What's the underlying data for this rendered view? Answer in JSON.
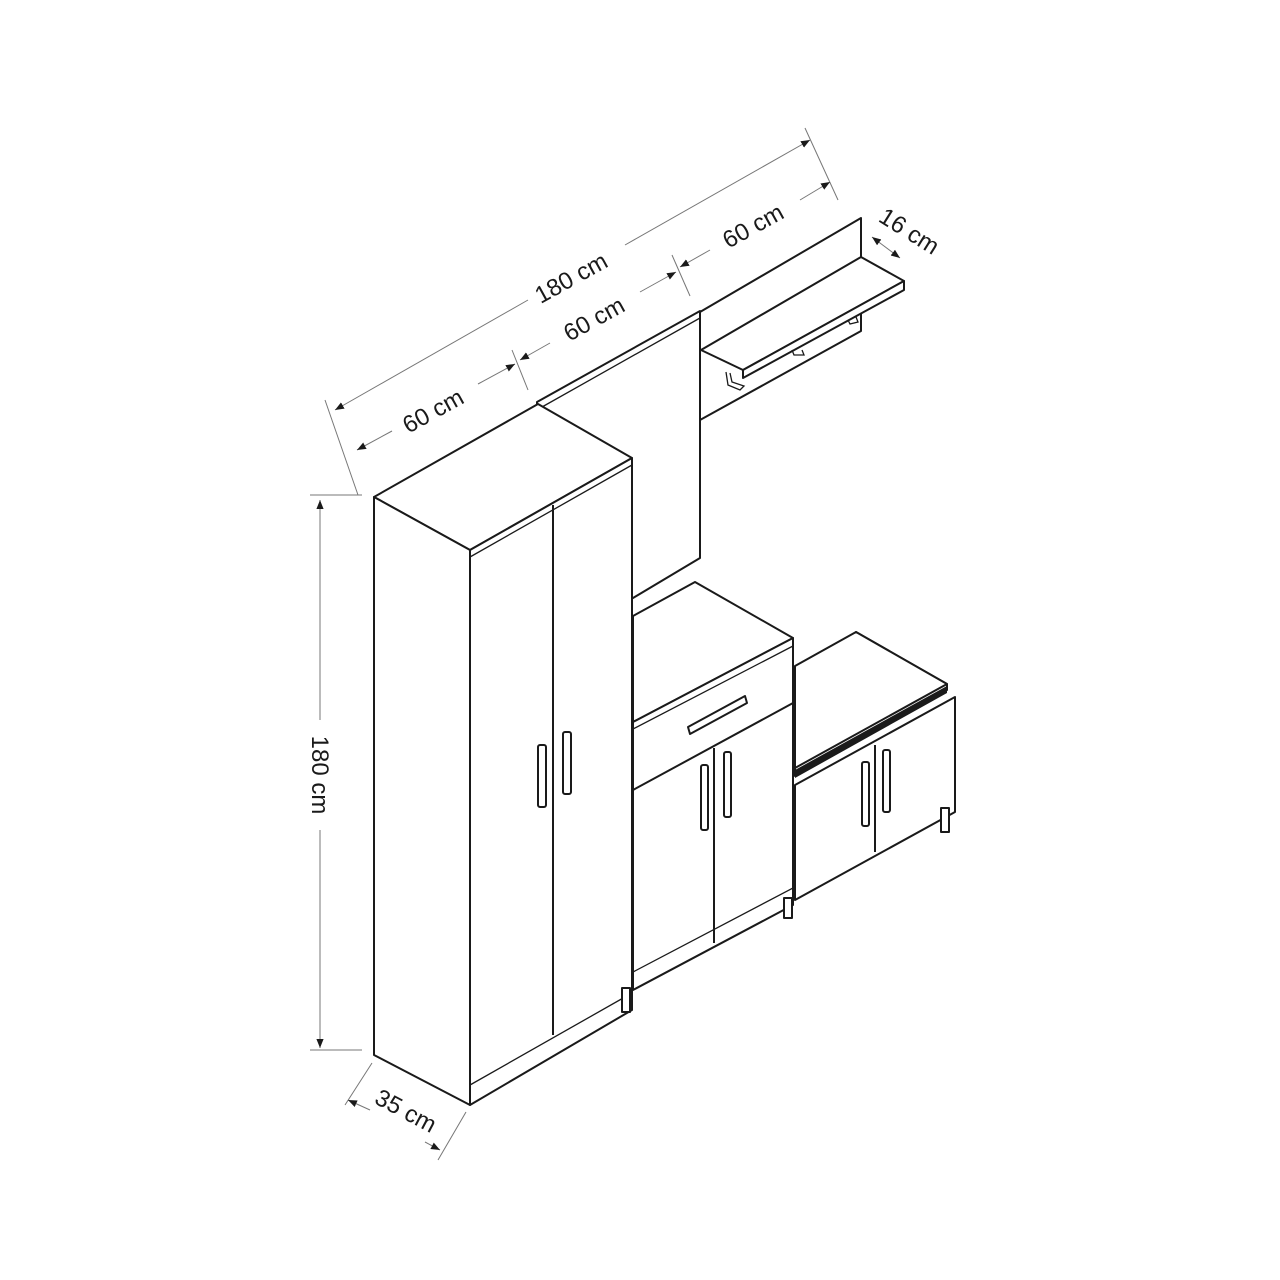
{
  "dimensions": {
    "total_width": "180 cm",
    "section_1_width": "60 cm",
    "section_2_width": "60 cm",
    "section_3_width": "60 cm",
    "shelf_depth": "16 cm",
    "height": "180 cm",
    "depth": "35 cm"
  },
  "colors": {
    "line": "#1a1a1a",
    "dimension_line": "#777777",
    "background": "#ffffff"
  }
}
